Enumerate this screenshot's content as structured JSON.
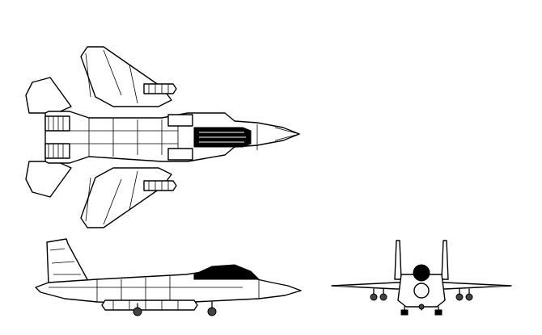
{
  "figure": {
    "views": [
      "top-view",
      "side-view",
      "front-view"
    ],
    "colors": {
      "line": "#000000",
      "background": "#ffffff",
      "fill_dark": "#000000"
    }
  }
}
